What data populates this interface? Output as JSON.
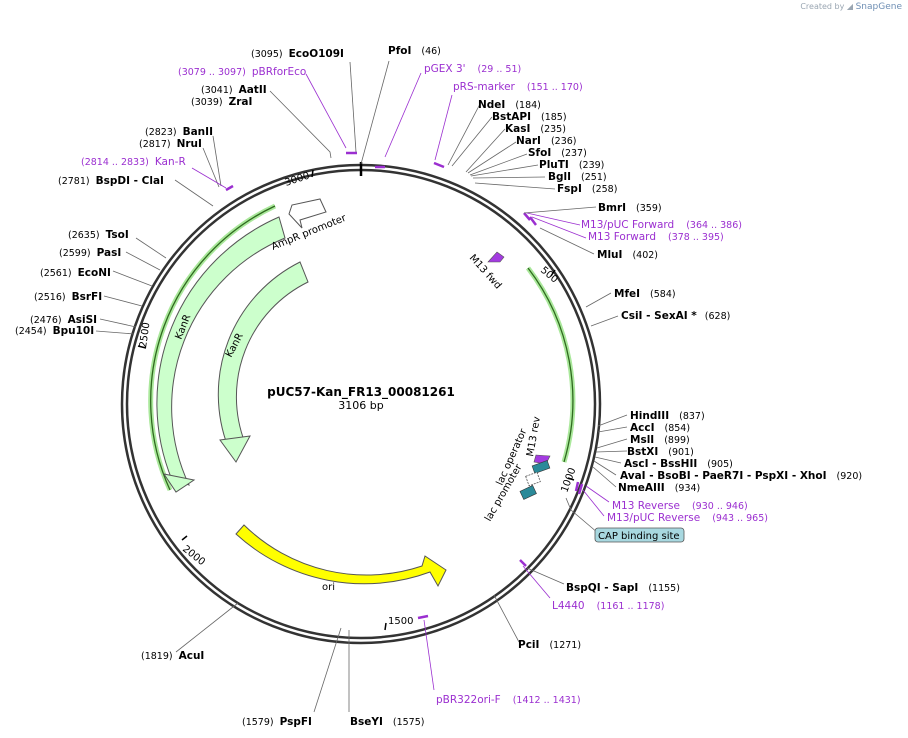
{
  "credit": {
    "prefix": "Created by",
    "brand": "SnapGene"
  },
  "plasmid": {
    "name": "pUC57-Kan_FR13_00081261",
    "length_label": "3106 bp",
    "length": 3106
  },
  "ticks": [
    "500",
    "1000",
    "1500",
    "2000",
    "2500",
    "3000"
  ],
  "enzymes": [
    {
      "name": "EcoO109I",
      "pos": "(3095)"
    },
    {
      "name": "PfoI",
      "pos": "(46)"
    },
    {
      "name": "AatII",
      "pos": "(3041)"
    },
    {
      "name": "ZraI",
      "pos": "(3039)"
    },
    {
      "name": "NdeI",
      "pos": "(184)"
    },
    {
      "name": "BstAPI",
      "pos": "(185)"
    },
    {
      "name": "KasI",
      "pos": "(235)"
    },
    {
      "name": "NarI",
      "pos": "(236)"
    },
    {
      "name": "SfoI",
      "pos": "(237)"
    },
    {
      "name": "PluTI",
      "pos": "(239)"
    },
    {
      "name": "BglI",
      "pos": "(251)"
    },
    {
      "name": "FspI",
      "pos": "(258)"
    },
    {
      "name": "BanII",
      "pos": "(2823)"
    },
    {
      "name": "NruI",
      "pos": "(2817)"
    },
    {
      "name": "BspDI  - ClaI",
      "pos": "(2781)"
    },
    {
      "name": "BmrI",
      "pos": "(359)"
    },
    {
      "name": "MluI",
      "pos": "(402)"
    },
    {
      "name": "TsoI",
      "pos": "(2635)"
    },
    {
      "name": "PasI",
      "pos": "(2599)"
    },
    {
      "name": "EcoNI",
      "pos": "(2561)"
    },
    {
      "name": "MfeI",
      "pos": "(584)"
    },
    {
      "name": "BsrFI",
      "pos": "(2516)"
    },
    {
      "name": "CsiI  - SexAI *",
      "pos": "(628)"
    },
    {
      "name": "AsiSI",
      "pos": "(2476)"
    },
    {
      "name": "Bpu10I",
      "pos": "(2454)"
    },
    {
      "name": "HindIII",
      "pos": "(837)"
    },
    {
      "name": "AccI",
      "pos": "(854)"
    },
    {
      "name": "MslI",
      "pos": "(899)"
    },
    {
      "name": "BstXI",
      "pos": "(901)"
    },
    {
      "name": "AscI  - BssHII",
      "pos": "(905)"
    },
    {
      "name": "AvaI  - BsoBI  - PaeR7I  - PspXI  - XhoI",
      "pos": "(920)"
    },
    {
      "name": "NmeAIII",
      "pos": "(934)"
    },
    {
      "name": "BspQI  - SapI",
      "pos": "(1155)"
    },
    {
      "name": "PciI",
      "pos": "(1271)"
    },
    {
      "name": "AcuI",
      "pos": "(1819)"
    },
    {
      "name": "PspFI",
      "pos": "(1579)"
    },
    {
      "name": "BseYI",
      "pos": "(1575)"
    }
  ],
  "primers": [
    {
      "name": "pBRforEco",
      "range": "(3079 .. 3097)"
    },
    {
      "name": "pGEX 3'",
      "range": "(29 .. 51)"
    },
    {
      "name": "pRS-marker",
      "range": "(151 .. 170)"
    },
    {
      "name": "Kan-R",
      "range": "(2814 .. 2833)"
    },
    {
      "name": "M13/pUC Forward",
      "range": "(364 .. 386)"
    },
    {
      "name": "M13 Forward",
      "range": "(378 .. 395)"
    },
    {
      "name": "M13 Reverse",
      "range": "(930 .. 946)"
    },
    {
      "name": "M13/pUC Reverse",
      "range": "(943 .. 965)"
    },
    {
      "name": "L4440",
      "range": "(1161 .. 1178)"
    },
    {
      "name": "pBR322ori-F",
      "range": "(1412 .. 1431)"
    }
  ],
  "features": {
    "ampr_promoter": "AmpR promoter",
    "kanr": "KanR",
    "ori": "ori",
    "m13_fwd": "M13 fwd",
    "m13_rev": "M13 rev",
    "lac_operator": "lac operator",
    "lac_promoter": "lac promoter",
    "cap_site": "CAP binding site"
  },
  "colors": {
    "enzyme_text": "#000000",
    "primer": "#9b2fd0",
    "kanr_fill": "#ccffcc",
    "ori_fill": "#ffff00",
    "lac_fill": "#2b8a99",
    "cap_fill": "#a8d8e0",
    "highlight_green": "#8ee07a"
  }
}
